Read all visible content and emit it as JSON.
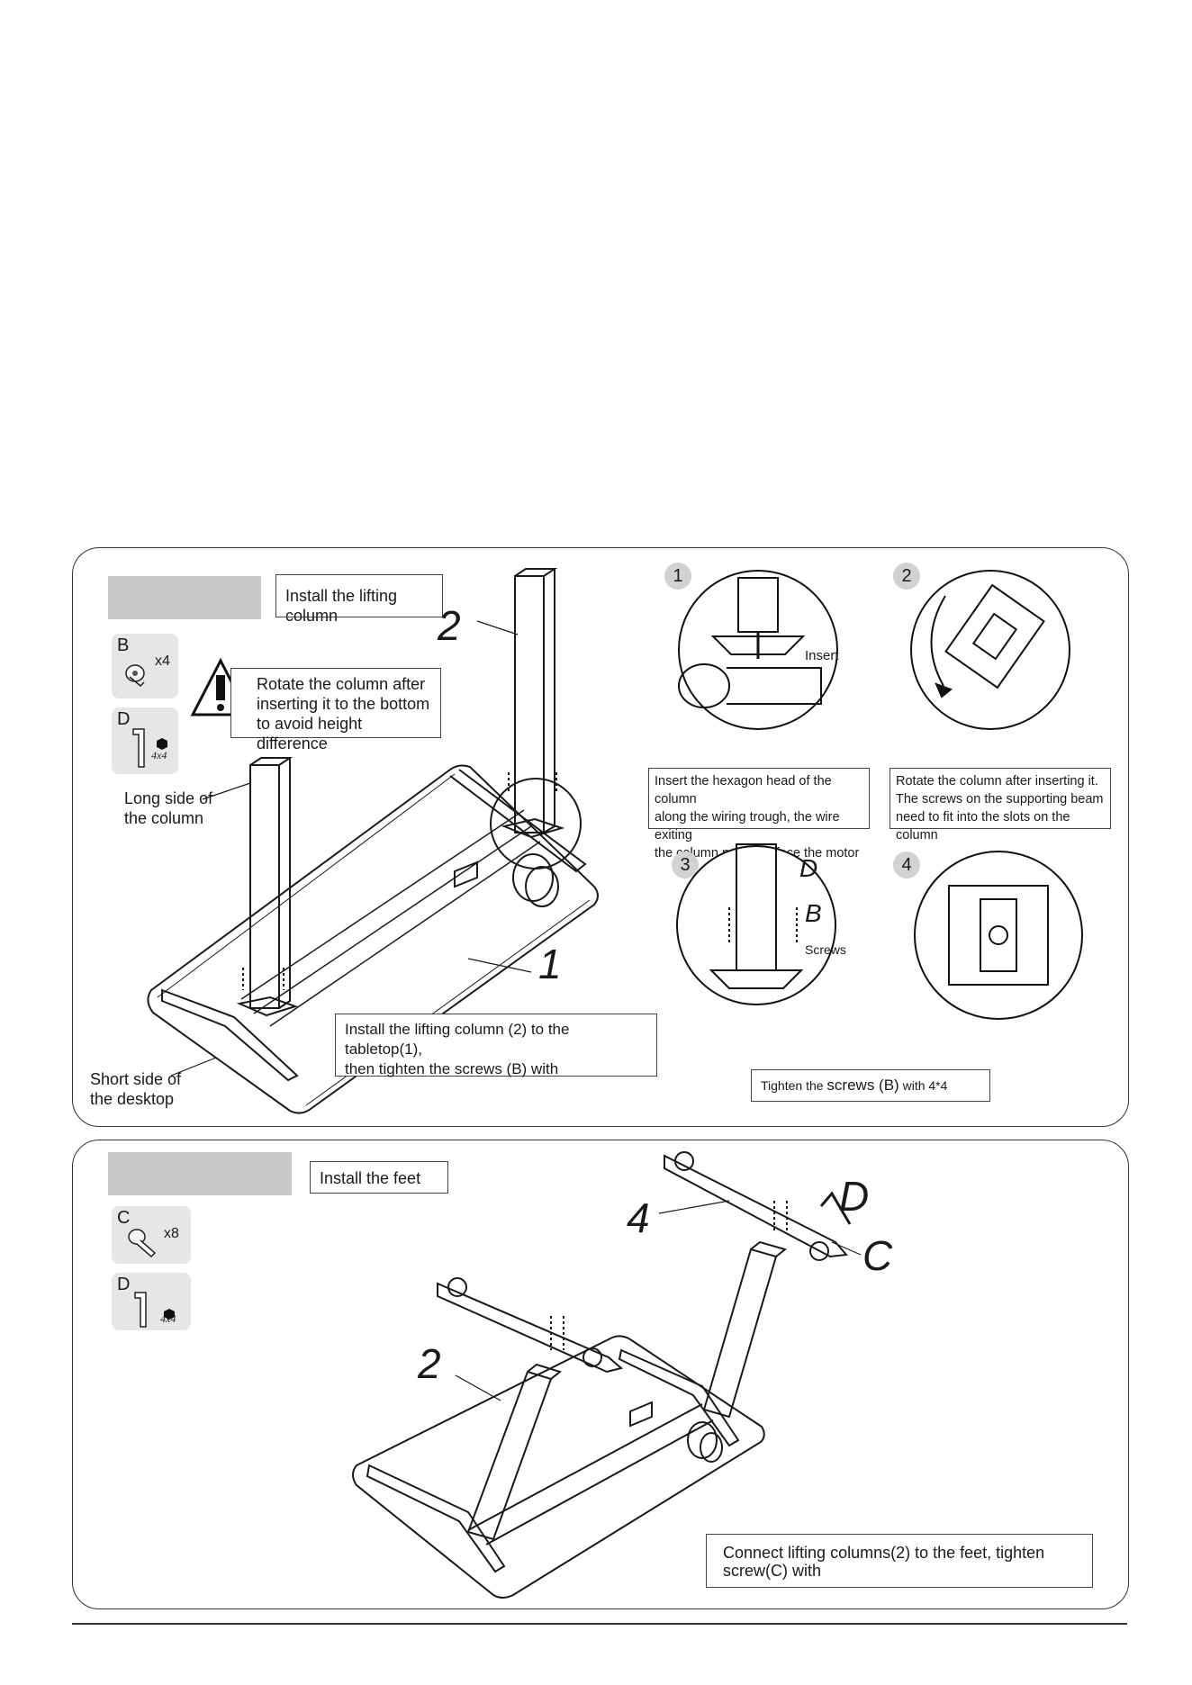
{
  "step1": {
    "title": "Install the lifting column",
    "warning": [
      "Rotate the column after",
      "inserting it to the bottom",
      "to avoid height difference"
    ],
    "long_side": [
      "Long side of",
      "the column"
    ],
    "short_side": [
      "Short side of",
      "the desktop"
    ],
    "install_text": [
      "Install the lifting column (2) to the tabletop(1),",
      "then tighten the screws (B) with"
    ],
    "label_1": "1",
    "label_2": "2",
    "part_b": {
      "letter": "B",
      "qty": "x4"
    },
    "part_d": {
      "letter": "D",
      "size": "4x4"
    },
    "details": [
      {
        "num": "1",
        "insert": "Insert",
        "text": [
          "Insert the hexagon head of the column",
          "along the wiring trough, the wire exiting",
          "the column needs to face the motor"
        ]
      },
      {
        "num": "2",
        "text": [
          "Rotate the column after inserting it.",
          "The screws on the supporting beam",
          "need to fit into the slots on the column"
        ]
      },
      {
        "num": "3",
        "d": "D",
        "b": "B",
        "screws": "Screws"
      },
      {
        "num": "4"
      }
    ],
    "tighten_prefix": "Tighten the ",
    "tighten_mid": "screws (B)",
    "tighten_suffix": " with 4*4"
  },
  "step2": {
    "title": "Install the feet",
    "part_c": {
      "letter": "C",
      "qty": "x8"
    },
    "part_d": {
      "letter": "D",
      "size": "4x4"
    },
    "label_4": "4",
    "label_2": "2",
    "label_d": "D",
    "label_c": "C",
    "connect_text": [
      "Connect lifting columns(2) to the feet, tighten",
      "screw(C) with"
    ]
  }
}
